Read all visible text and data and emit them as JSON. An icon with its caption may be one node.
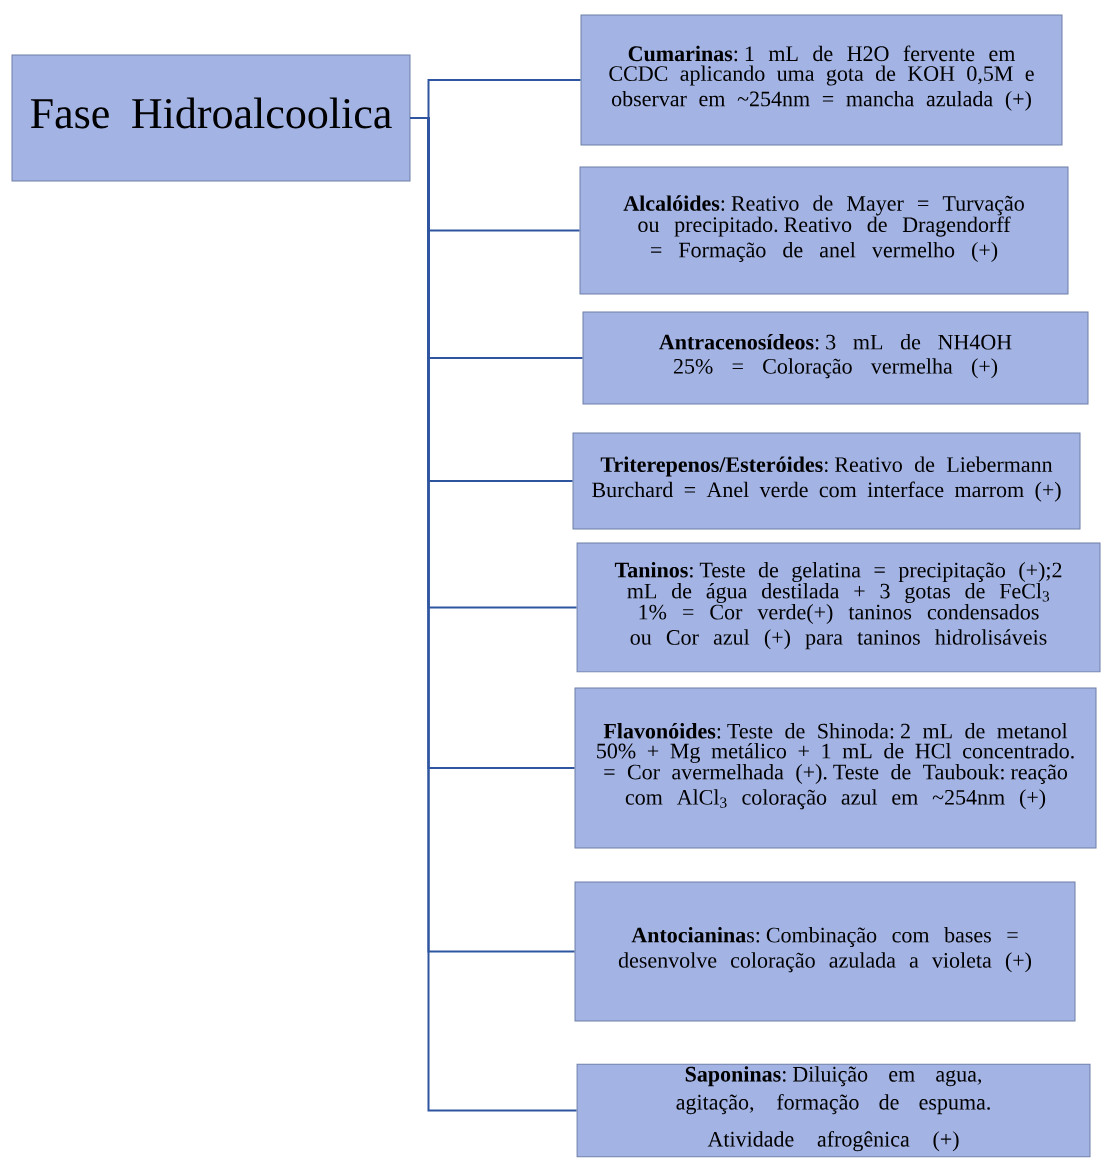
{
  "diagram": {
    "nodes": [
      {
        "text": [
          "Fase Hidroalcoolica"
        ]
      },
      {
        "text": [
          "**Cumarinas**: 1 mL de H2O fervente em CCDC aplicando uma gota de KOH 0,5M e observar em ~254nm = mancha azulada (+)"
        ]
      },
      {
        "text": [
          "**Alcalóides**: Reativo de Mayer = Turvação ou precipitado. Reativo de Dragendorff = Formação de anel vermelho (+)"
        ]
      },
      {
        "text": [
          "**Antracenosídeos**: 3 mL de NH4OH 25% = Coloração vermelha (+)"
        ]
      },
      {
        "text": [
          "**Triterepenos/Esteróides**: Reativo de Liebermann Burchard = Anel verde com interface marrom (+)"
        ]
      },
      {
        "text": [
          "**Taninos**: Teste de gelatina = precipitação (+);2 mL de água destilada + 3 gotas de FeCl$_{3}$ 1% = Cor verde(+) taninos condensados ou Cor azul (+) para taninos hidrolisáveis"
        ]
      },
      {
        "text": [
          "**Flavonóides**: Teste de Shinoda: 2 mL de metanol 50% + Mg metálico + 1 mL de HCl concentrado. = Cor avermelhada (+). Teste de Taubouk: reação com AlCl$_{3}$ coloração azul em ~254nm (+)"
        ]
      },
      {
        "text": [
          "**Antocianina**s: Combinação com bases = desenvolve coloração azulada a violeta (+)"
        ]
      },
      {
        "text": [
          "**Saponinas**: Diluição em agua, agitação, formação de espuma.",
          "Atividade afrogênica (+)"
        ]
      }
    ],
    "edges": [
      {
        "from": 0,
        "to": 1,
        "arrow": "none"
      },
      {
        "from": 0,
        "to": 2,
        "arrow": "none"
      },
      {
        "from": 0,
        "to": 3,
        "arrow": "none"
      },
      {
        "from": 0,
        "to": 4,
        "arrow": "none"
      },
      {
        "from": 0,
        "to": 5,
        "arrow": "none"
      },
      {
        "from": 0,
        "to": 6,
        "arrow": "none"
      },
      {
        "from": 0,
        "to": 7,
        "arrow": "none"
      },
      {
        "from": 0,
        "to": 8,
        "arrow": "none"
      }
    ]
  }
}
